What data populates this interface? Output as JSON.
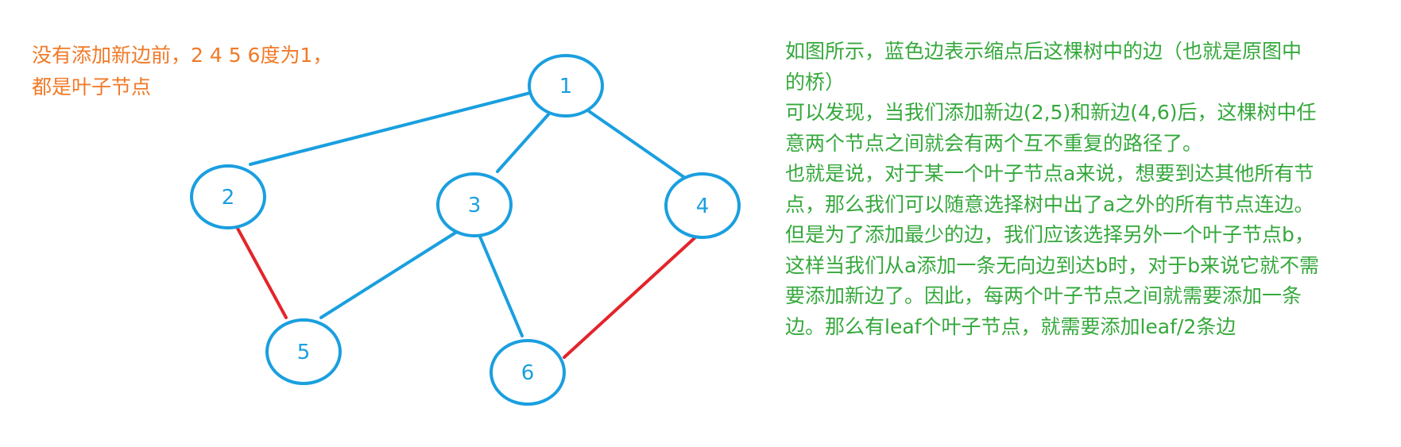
{
  "colors": {
    "tree_edge": "#1a9fdf",
    "new_edge": "#e3242b",
    "node": "#1a9fdf",
    "left_text": "#f07a28",
    "right_text": "#35a83c"
  },
  "left_note": {
    "lines": [
      "没有添加新边前，2 4 5 6度为1，",
      "都是叶子节点"
    ]
  },
  "graph": {
    "nodes": [
      {
        "id": "1",
        "label": "1"
      },
      {
        "id": "2",
        "label": "2"
      },
      {
        "id": "3",
        "label": "3"
      },
      {
        "id": "4",
        "label": "4"
      },
      {
        "id": "5",
        "label": "5"
      },
      {
        "id": "6",
        "label": "6"
      }
    ],
    "edges": [
      {
        "from": "1",
        "to": "2",
        "kind": "tree"
      },
      {
        "from": "1",
        "to": "3",
        "kind": "tree"
      },
      {
        "from": "1",
        "to": "4",
        "kind": "tree"
      },
      {
        "from": "3",
        "to": "5",
        "kind": "tree"
      },
      {
        "from": "3",
        "to": "6",
        "kind": "tree"
      },
      {
        "from": "2",
        "to": "5",
        "kind": "new"
      },
      {
        "from": "4",
        "to": "6",
        "kind": "new"
      }
    ]
  },
  "right_note": {
    "lines": [
      "如图所示，蓝色边表示缩点后这棵树中的边（也就是原图中",
      "的桥）",
      "可以发现，当我们添加新边(2,5)和新边(4,6)后，这棵树中任",
      "意两个节点之间就会有两个互不重复的路径了。",
      "也就是说，对于某一个叶子节点a来说，想要到达其他所有节",
      "点，那么我们可以随意选择树中出了a之外的所有节点连边。",
      "但是为了添加最少的边，我们应该选择另外一个叶子节点b，",
      "这样当我们从a添加一条无向边到达b时，对于b来说它就不需",
      "要添加新边了。因此，每两个叶子节点之间就需要添加一条",
      "边。那么有leaf个叶子节点，就需要添加leaf/2条边"
    ]
  }
}
